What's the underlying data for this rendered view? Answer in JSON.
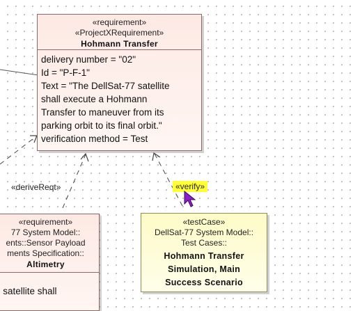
{
  "colors": {
    "requirement_fill": "#fde9e4",
    "requirement_border": "#8a6a66",
    "testcase_fill": "#fdfbc6",
    "highlight": "#ffff33",
    "cursor": "#8b1fc6"
  },
  "requirement_main": {
    "stereotype1": "«requirement»",
    "stereotype2": "«ProjectXRequirement»",
    "name": "Hohmann Transfer",
    "attributes": [
      "delivery number = \"02\"",
      "Id = \"P-F-1\"",
      "Text = \"The DellSat-77 satellite",
      "shall execute a Hohmann",
      "Transfer to maneuver from its",
      "parking orbit to its final orbit.\"",
      "verification method = Test"
    ]
  },
  "requirement_left": {
    "stereotype": "«requirement»",
    "path": [
      "77 System Model::",
      "ents::Sensor Payload",
      "ments Specification::"
    ],
    "name": "Altimetry",
    "attributes": [
      "\"",
      "e satellite shall"
    ]
  },
  "testcase": {
    "stereotype": "«testCase»",
    "path": [
      "DellSat-77 System Model::",
      "Test Cases::"
    ],
    "name": [
      "Hohmann Transfer",
      "Simulation, Main",
      "Success Scenario"
    ]
  },
  "labels": {
    "derive": "«deriveReqt»",
    "verify": "«verify»"
  }
}
